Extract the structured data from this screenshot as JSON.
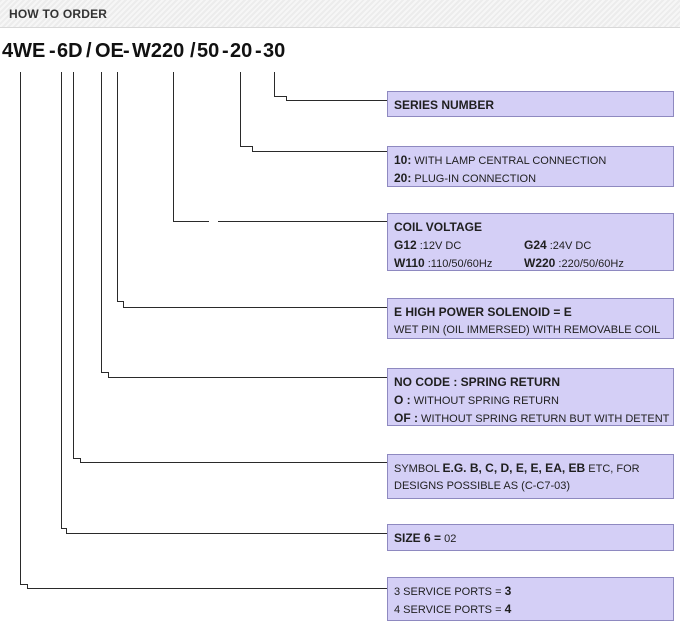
{
  "header": {
    "title": "HOW TO ORDER"
  },
  "code": {
    "segments": [
      "4WE",
      "-",
      "6D",
      "/",
      "OE",
      "-",
      "W220",
      "/",
      "50",
      "-",
      "20",
      "-",
      "30"
    ]
  },
  "boxes": {
    "series": {
      "title": "SERIES NUMBER"
    },
    "connection": {
      "line1_code": "10:",
      "line1_text": " WITH LAMP CENTRAL CONNECTION",
      "line2_code": "20:",
      "line2_text": " PLUG-IN CONNECTION"
    },
    "coil": {
      "title": "COIL VOLTAGE",
      "g12_code": "G12",
      "g12_text": " :12V DC",
      "g24_code": "G24",
      "g24_text": " :24V DC",
      "w110_code": "W110",
      "w110_text": " :110/50/60Hz",
      "w220_code": "W220",
      "w220_text": " :220/50/60Hz"
    },
    "solenoid": {
      "title": "E HIGH POWER SOLENOID = E",
      "text": "WET PIN (OIL IMMERSED) WITH REMOVABLE COIL"
    },
    "spring": {
      "title": "NO CODE : SPRING RETURN",
      "o_code": "O :",
      "o_text": " WITHOUT SPRING RETURN",
      "of_code": "OF :",
      "of_text": " WITHOUT SPRING RETURN BUT WITH DETENT"
    },
    "symbol": {
      "pre": "SYMBOL ",
      "bold": "E.G. B, C, D, E, E, EA, EB",
      "post": " ETC, FOR",
      "line2": "DESIGNS POSSIBLE AS (C-C7-03)"
    },
    "size": {
      "bold": "SIZE 6 =",
      "text": " 02"
    },
    "ports": {
      "line1_text": "3 SERVICE PORTS = ",
      "line1_bold": "3",
      "line2_text": "4 SERVICE PORTS = ",
      "line2_bold": "4"
    }
  }
}
